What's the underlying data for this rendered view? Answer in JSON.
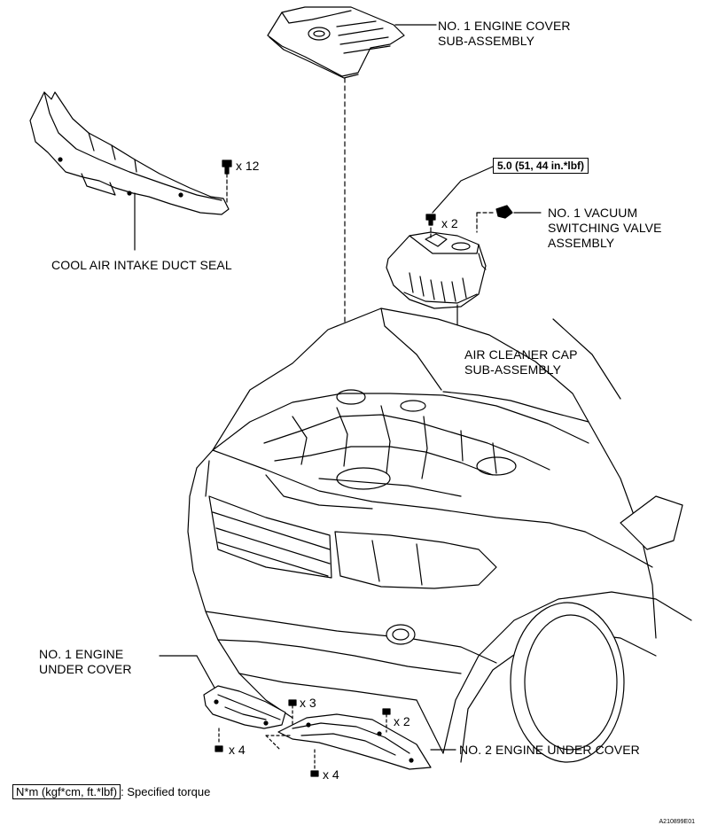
{
  "labels": {
    "engine_cover": [
      "NO. 1 ENGINE COVER",
      "SUB-ASSEMBLY"
    ],
    "duct_seal": "COOL AIR INTAKE DUCT SEAL",
    "vacuum_valve": [
      "NO. 1 VACUUM",
      "SWITCHING VALVE",
      "ASSEMBLY"
    ],
    "air_cleaner_cap": [
      "AIR CLEANER CAP",
      "SUB-ASSEMBLY"
    ],
    "under_cover_1": [
      "NO. 1 ENGINE",
      "UNDER COVER"
    ],
    "under_cover_2": "NO. 2 ENGINE UNDER COVER"
  },
  "quantities": {
    "clips_duct_seal": "x 12",
    "bolts_air_cleaner": "x 2",
    "bolts_cover1_top": "x 3",
    "bolts_cover1_bottom": "x 4",
    "bolts_cover2_top": "x 2",
    "bolts_cover2_bottom": "x 4"
  },
  "torque": "5.0 (51, 44 in.*lbf)",
  "legend": {
    "unit": "N*m (kgf*cm, ft.*lbf)",
    "text": ": Specified torque"
  },
  "figure_id": "A210899E01"
}
